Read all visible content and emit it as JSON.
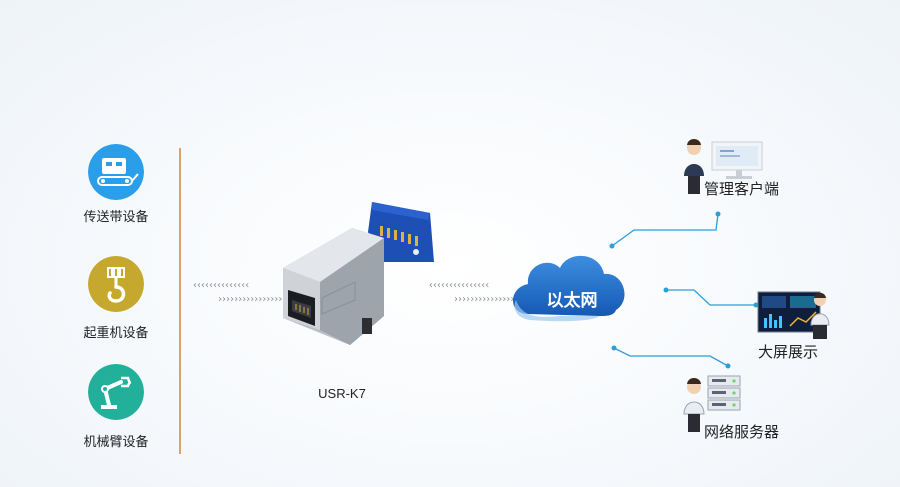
{
  "devices": [
    {
      "label": "传送带设备",
      "icon": "conveyor-icon",
      "color": "#2a9ee8"
    },
    {
      "label": "起重机设备",
      "icon": "crane-hook-icon",
      "color": "#c6a82f"
    },
    {
      "label": "机械臂设备",
      "icon": "robot-arm-icon",
      "color": "#23b09a"
    }
  ],
  "module": {
    "label": "USR-K7"
  },
  "cloud": {
    "label": "以太网",
    "color": "#1f6fc9"
  },
  "endpoints": [
    {
      "label": "管理客户端",
      "icon": "admin-client-icon"
    },
    {
      "label": "大屏展示",
      "icon": "big-screen-icon"
    },
    {
      "label": "网络服务器",
      "icon": "network-server-icon"
    }
  ],
  "colors": {
    "divider": "#d9a46c",
    "connector": "#2a9fd8",
    "chevron": "#8a8f96"
  }
}
